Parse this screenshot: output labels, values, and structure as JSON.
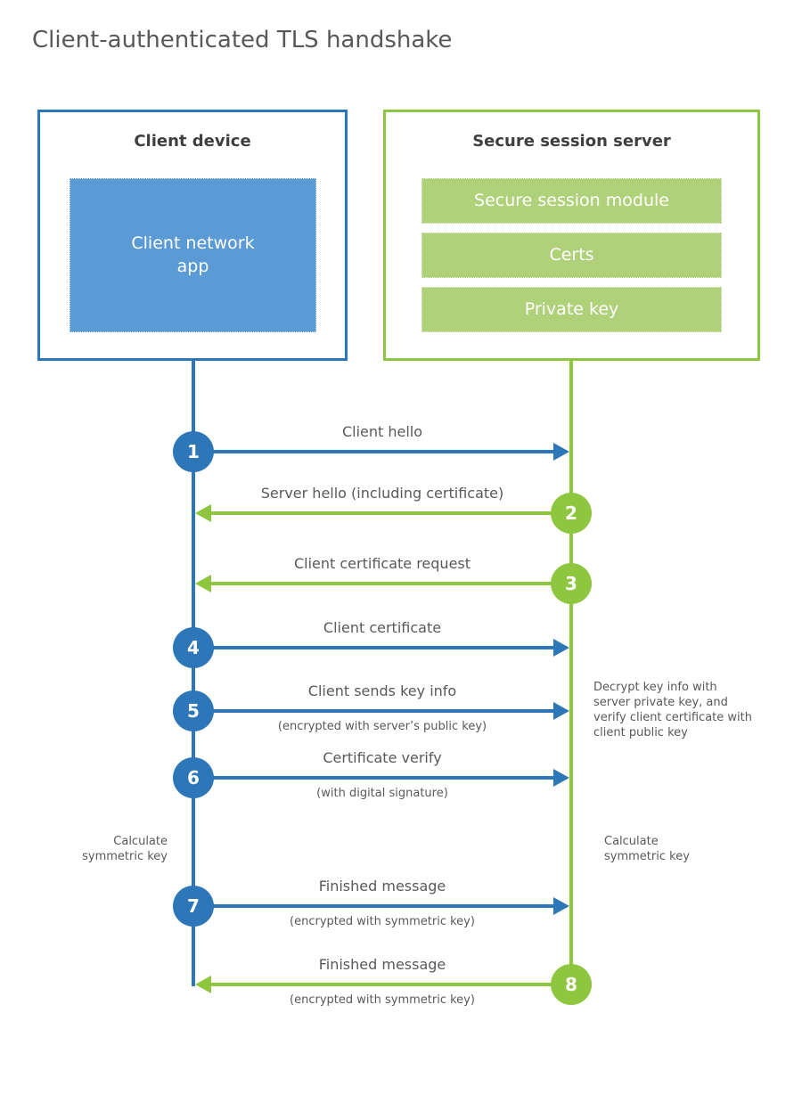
{
  "title": "Client-authenticated TLS handshake",
  "client": {
    "title": "Client device",
    "app_label": "Client network app"
  },
  "server": {
    "title": "Secure session server",
    "modules": [
      "Secure session module",
      "Certs",
      "Private key"
    ]
  },
  "steps": [
    {
      "num": "1",
      "from": "client",
      "label": "Client hello",
      "sub": ""
    },
    {
      "num": "2",
      "from": "server",
      "label": "Server hello (including certificate)",
      "sub": ""
    },
    {
      "num": "3",
      "from": "server",
      "label": "Client certificate request",
      "sub": ""
    },
    {
      "num": "4",
      "from": "client",
      "label": "Client certificate",
      "sub": ""
    },
    {
      "num": "5",
      "from": "client",
      "label": "Client sends key info",
      "sub": "(encrypted with server’s public key)"
    },
    {
      "num": "6",
      "from": "client",
      "label": "Certificate verify",
      "sub": "(with digital signature)"
    },
    {
      "num": "7",
      "from": "client",
      "label": "Finished message",
      "sub": "(encrypted with symmetric key)"
    },
    {
      "num": "8",
      "from": "server",
      "label": "Finished message",
      "sub": "(encrypted with symmetric key)"
    }
  ],
  "annotations": {
    "decrypt_note": "Decrypt key info with server private key, and verify client certificate with client public key",
    "calc_key_left": "Calculate symmetric key",
    "calc_key_right": "Calculate symmetric key"
  },
  "colors": {
    "client_blue": "#2d76b7",
    "client_fill_blue": "#5b9bd5",
    "server_green": "#8ec63f",
    "server_fill_green": "#afd179",
    "text_gray": "#595959"
  }
}
